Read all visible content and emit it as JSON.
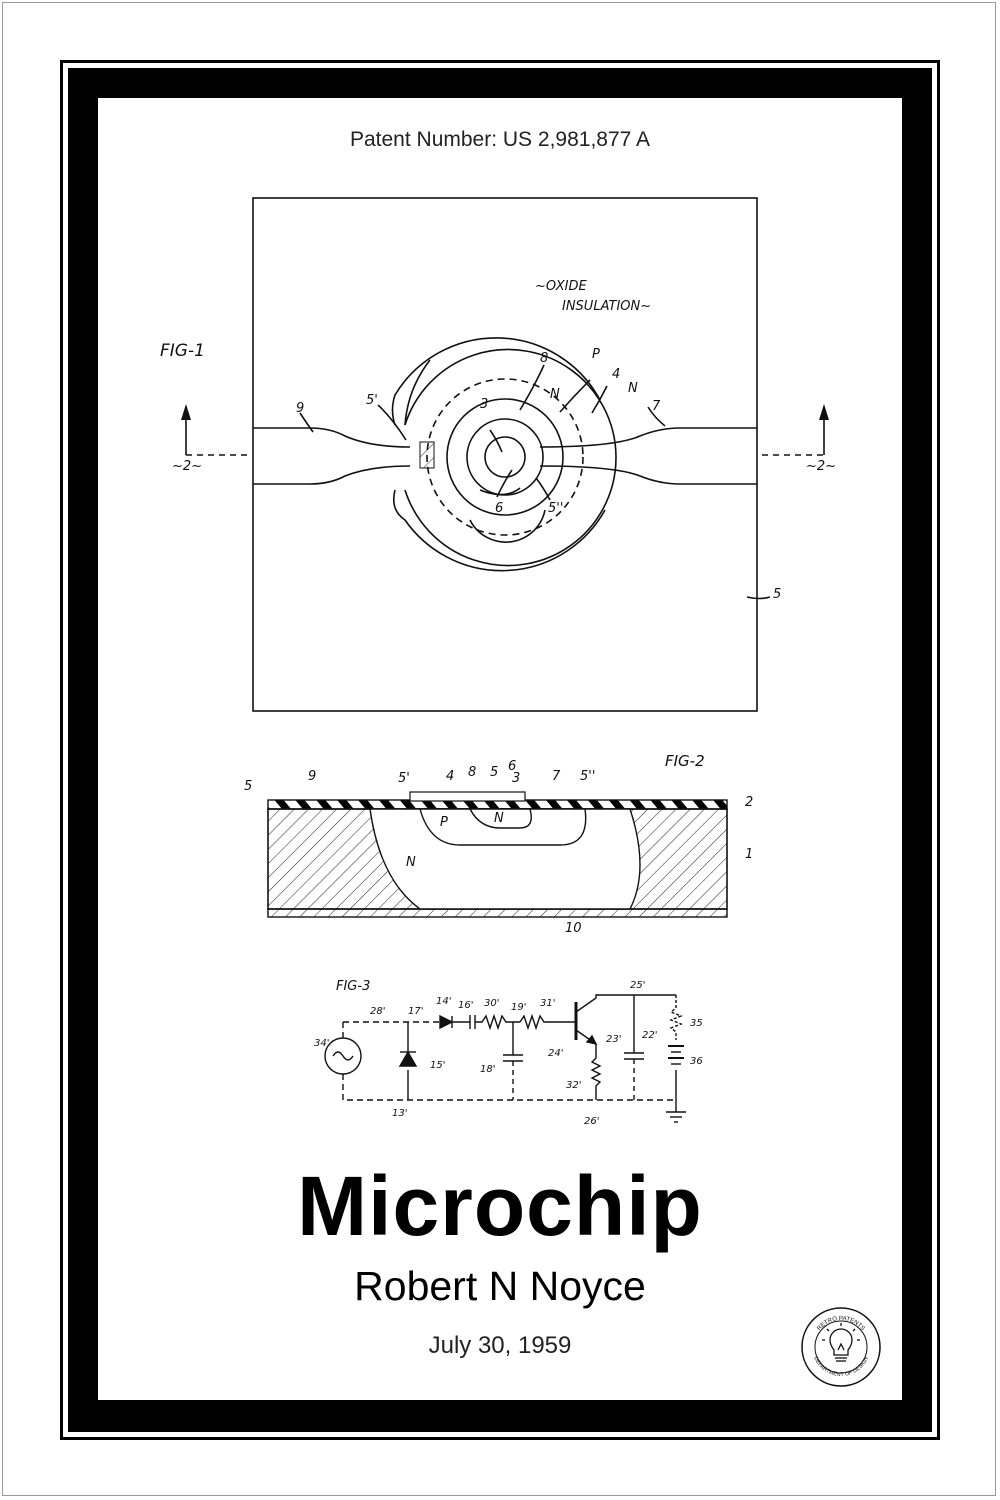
{
  "poster": {
    "patent_number": "Patent Number: US 2,981,877 A",
    "title": "Microchip",
    "inventor": "Robert N Noyce",
    "date": "July 30, 1959"
  },
  "drawing": {
    "fig1_label": "FIG-1",
    "fig2_label": "FIG-2",
    "fig3_label": "FIG-3",
    "oxide_line1": "~OXIDE",
    "oxide_line2": "INSULATION~",
    "section_mark": "~2~",
    "fig1_refs": [
      "9",
      "5'",
      "8",
      "P",
      "4",
      "N",
      "N",
      "3",
      "7",
      "6",
      "5''",
      "5"
    ],
    "fig2_refs": [
      "5",
      "9",
      "5'",
      "4",
      "8",
      "5",
      "6",
      "3",
      "7",
      "5''",
      "2",
      "1",
      "P",
      "N",
      "N",
      "10"
    ],
    "fig3_refs": [
      "28'",
      "17'",
      "14'",
      "16'",
      "30'",
      "19'",
      "31'",
      "25'",
      "34'",
      "15'",
      "18'",
      "24'",
      "23'",
      "22'",
      "35",
      "36",
      "32'",
      "13'",
      "26'"
    ]
  },
  "seal": {
    "top_text": "RETRO PATENTS",
    "bottom_text": "DEPARTMENT OF DESIGN"
  },
  "colors": {
    "frame": "#000000",
    "background": "#ffffff",
    "border_gray": "#9a9a9a"
  }
}
